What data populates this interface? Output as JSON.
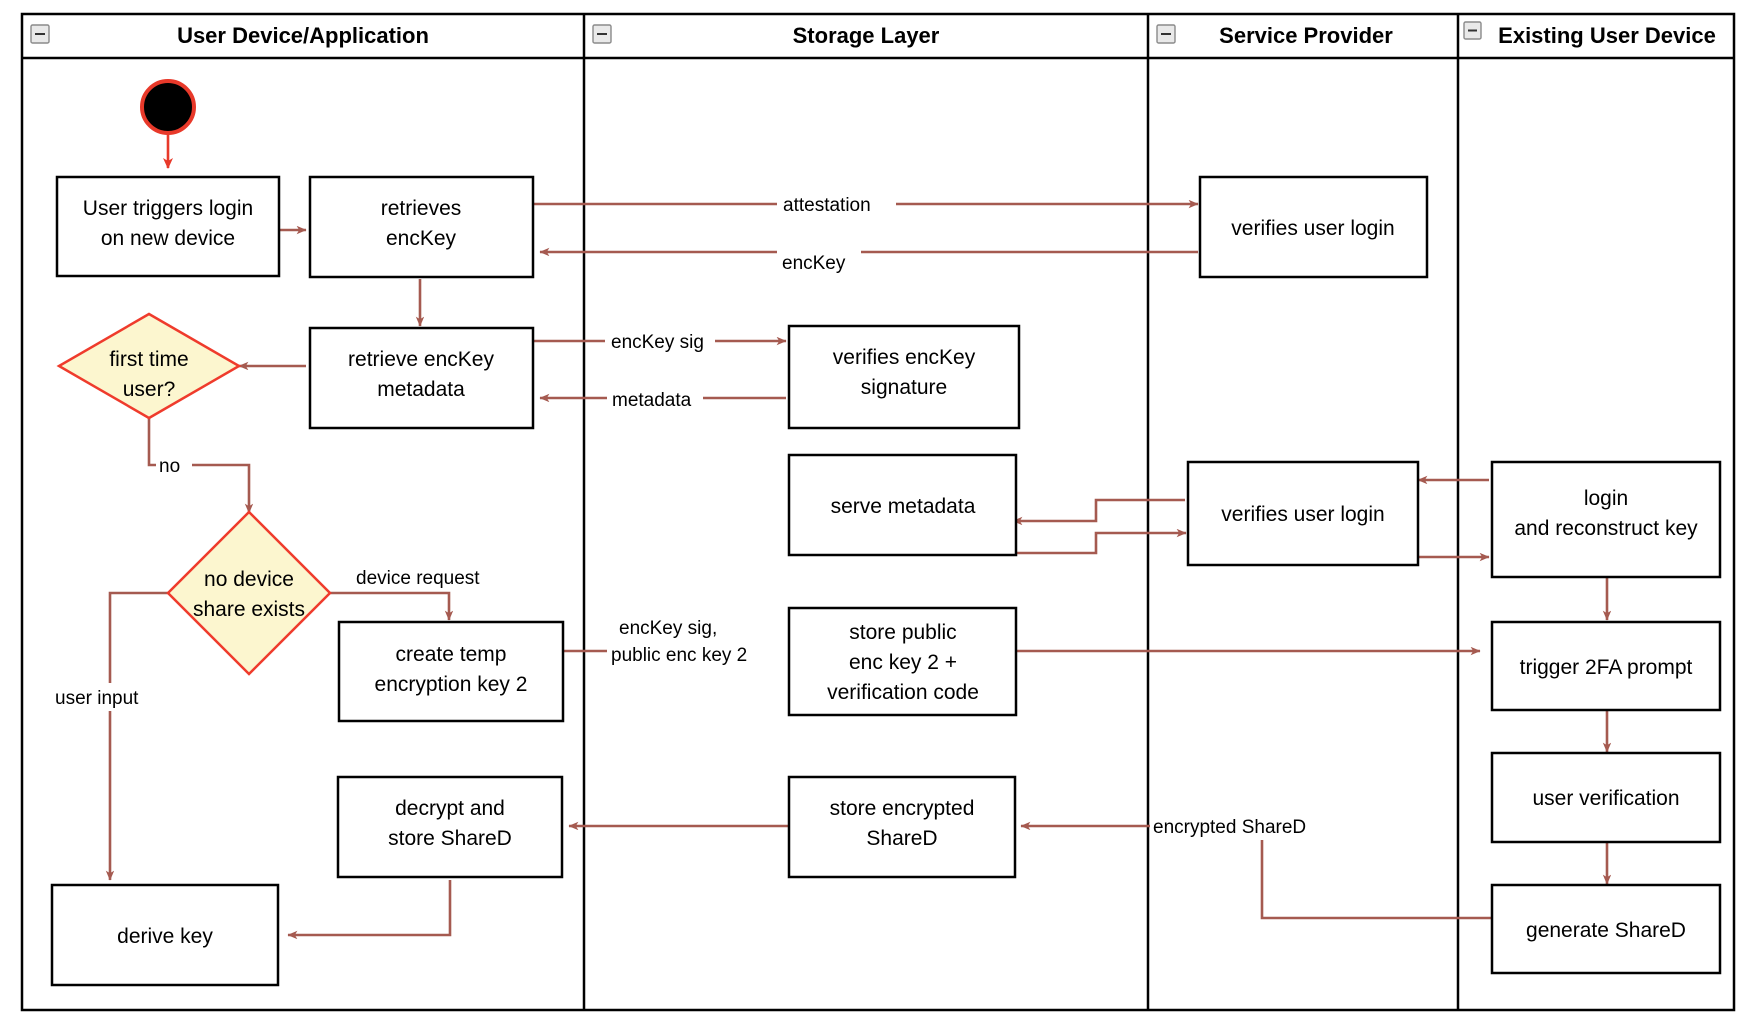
{
  "diagram": {
    "type": "uml-activity-swimlane",
    "title": "",
    "colors": {
      "arrow": "#a55a50",
      "start_node_ring": "#e8392a",
      "start_node_fill": "#000000",
      "decision_fill": "#fcf6cf",
      "decision_stroke": "#ef3b2c",
      "node_fill": "#ffffff",
      "node_stroke": "#000000",
      "lane_stroke": "#000000",
      "text": "#000000"
    },
    "lanes": [
      {
        "id": "lane-user-device",
        "label": "User Device/Application",
        "collapse_icon": "minus-square-icon"
      },
      {
        "id": "lane-storage",
        "label": "Storage Layer",
        "collapse_icon": "minus-square-icon"
      },
      {
        "id": "lane-service-provider",
        "label": "Service Provider",
        "collapse_icon": "minus-square-icon"
      },
      {
        "id": "lane-existing-device",
        "label": "Existing User Device",
        "collapse_icon": "minus-square-icon"
      }
    ],
    "nodes": [
      {
        "id": "start",
        "lane": "lane-user-device",
        "shape": "initial-node",
        "label": ""
      },
      {
        "id": "n-user-triggers-login",
        "lane": "lane-user-device",
        "shape": "action",
        "lines": [
          "User triggers login",
          "on new device"
        ]
      },
      {
        "id": "n-retrieves-enckey",
        "lane": "lane-user-device",
        "shape": "action",
        "lines": [
          "retrieves",
          "encKey"
        ]
      },
      {
        "id": "n-retrieve-enckey-metadata",
        "lane": "lane-user-device",
        "shape": "action",
        "lines": [
          "retrieve encKey",
          "metadata"
        ]
      },
      {
        "id": "d-first-time-user",
        "lane": "lane-user-device",
        "shape": "decision",
        "lines": [
          "first time",
          "user?"
        ]
      },
      {
        "id": "d-no-device-share",
        "lane": "lane-user-device",
        "shape": "decision",
        "lines": [
          "no device",
          "share exists"
        ]
      },
      {
        "id": "n-create-temp-key",
        "lane": "lane-user-device",
        "shape": "action",
        "lines": [
          "create temp",
          "encryption key 2"
        ]
      },
      {
        "id": "n-decrypt-store-shared",
        "lane": "lane-user-device",
        "shape": "action",
        "lines": [
          "decrypt and",
          "store ShareD"
        ]
      },
      {
        "id": "n-derive-key",
        "lane": "lane-user-device",
        "shape": "action",
        "lines": [
          "derive key"
        ]
      },
      {
        "id": "n-verifies-enckey-signature",
        "lane": "lane-storage",
        "shape": "action",
        "lines": [
          "verifies encKey",
          "signature"
        ]
      },
      {
        "id": "n-serve-metadata",
        "lane": "lane-storage",
        "shape": "action",
        "lines": [
          "serve metadata"
        ]
      },
      {
        "id": "n-store-public-key",
        "lane": "lane-storage",
        "shape": "action",
        "lines": [
          "store public",
          "enc key 2 +",
          "verification code"
        ]
      },
      {
        "id": "n-store-encrypted-shared",
        "lane": "lane-storage",
        "shape": "action",
        "lines": [
          "store encrypted",
          "ShareD"
        ]
      },
      {
        "id": "n-verifies-user-login-1",
        "lane": "lane-service-provider",
        "shape": "action",
        "lines": [
          "verifies user login"
        ]
      },
      {
        "id": "n-verifies-user-login-2",
        "lane": "lane-service-provider",
        "shape": "action",
        "lines": [
          "verifies user login"
        ]
      },
      {
        "id": "n-login-reconstruct",
        "lane": "lane-existing-device",
        "shape": "action",
        "lines": [
          "login",
          "and reconstruct key"
        ]
      },
      {
        "id": "n-trigger-2fa",
        "lane": "lane-existing-device",
        "shape": "action",
        "lines": [
          "trigger 2FA prompt"
        ]
      },
      {
        "id": "n-user-verification",
        "lane": "lane-existing-device",
        "shape": "action",
        "lines": [
          "user verification"
        ]
      },
      {
        "id": "n-generate-shared",
        "lane": "lane-existing-device",
        "shape": "action",
        "lines": [
          "generate ShareD"
        ]
      }
    ],
    "edges": [
      {
        "id": "e-start-login",
        "from": "start",
        "to": "n-user-triggers-login",
        "label": ""
      },
      {
        "id": "e-login-retrieves",
        "from": "n-user-triggers-login",
        "to": "n-retrieves-enckey",
        "label": ""
      },
      {
        "id": "e-attestation",
        "from": "n-retrieves-enckey",
        "to": "n-verifies-user-login-1",
        "label": "attestation"
      },
      {
        "id": "e-enckey-back",
        "from": "n-verifies-user-login-1",
        "to": "n-retrieves-enckey",
        "label": "encKey"
      },
      {
        "id": "e-retrieves-metadata",
        "from": "n-retrieves-enckey",
        "to": "n-retrieve-enckey-metadata",
        "label": ""
      },
      {
        "id": "e-enckey-sig",
        "from": "n-retrieve-enckey-metadata",
        "to": "n-verifies-enckey-signature",
        "label": "encKey sig"
      },
      {
        "id": "e-metadata",
        "from": "n-verifies-enckey-signature",
        "to": "n-retrieve-enckey-metadata",
        "label": "metadata"
      },
      {
        "id": "e-metadata-decision",
        "from": "n-retrieve-enckey-metadata",
        "to": "d-first-time-user",
        "label": ""
      },
      {
        "id": "e-no",
        "from": "d-first-time-user",
        "to": "d-no-device-share",
        "label": "no"
      },
      {
        "id": "e-device-request",
        "from": "d-no-device-share",
        "to": "n-create-temp-key",
        "label": "device request"
      },
      {
        "id": "e-user-input",
        "from": "d-no-device-share",
        "to": "n-derive-key",
        "label": "user input"
      },
      {
        "id": "e-enckey-sig-pubkey",
        "from": "n-create-temp-key",
        "to": "n-store-public-key",
        "label": "encKey sig,\npublic enc key 2"
      },
      {
        "id": "e-store-to-2fa",
        "from": "n-store-public-key",
        "to": "n-trigger-2fa",
        "label": ""
      },
      {
        "id": "e-existing-to-sp",
        "from": "n-login-reconstruct",
        "to": "n-verifies-user-login-2",
        "label": ""
      },
      {
        "id": "e-sp-to-existing",
        "from": "n-verifies-user-login-2",
        "to": "n-login-reconstruct",
        "label": ""
      },
      {
        "id": "e-sp-to-serve",
        "from": "n-verifies-user-login-2",
        "to": "n-serve-metadata",
        "label": ""
      },
      {
        "id": "e-serve-to-sp",
        "from": "n-serve-metadata",
        "to": "n-verifies-user-login-2",
        "label": ""
      },
      {
        "id": "e-login-to-2fa",
        "from": "n-login-reconstruct",
        "to": "n-trigger-2fa",
        "label": ""
      },
      {
        "id": "e-2fa-to-verification",
        "from": "n-trigger-2fa",
        "to": "n-user-verification",
        "label": ""
      },
      {
        "id": "e-verification-to-generate",
        "from": "n-user-verification",
        "to": "n-generate-shared",
        "label": ""
      },
      {
        "id": "e-encrypted-shared",
        "from": "n-generate-shared",
        "to": "n-store-encrypted-shared",
        "label": "encrypted ShareD"
      },
      {
        "id": "e-store-to-decrypt",
        "from": "n-store-encrypted-shared",
        "to": "n-decrypt-store-shared",
        "label": ""
      },
      {
        "id": "e-decrypt-to-derive",
        "from": "n-decrypt-store-shared",
        "to": "n-derive-key",
        "label": ""
      }
    ],
    "edge_labels": {
      "attestation": "attestation",
      "enckey": "encKey",
      "enckey_sig": "encKey sig",
      "metadata": "metadata",
      "no": "no",
      "device_request": "device request",
      "user_input": "user input",
      "enckey_sig_pubkey_line1": "encKey sig,",
      "enckey_sig_pubkey_line2": "public enc key 2",
      "encrypted_shared": "encrypted ShareD"
    },
    "node_text": {
      "user_triggers_login_1": "User triggers login",
      "user_triggers_login_2": "on new device",
      "retrieves_1": "retrieves",
      "retrieves_2": "encKey",
      "retrieve_meta_1": "retrieve encKey",
      "retrieve_meta_2": "metadata",
      "first_time_1": "first time",
      "first_time_2": "user?",
      "no_device_1": "no device",
      "no_device_2": "share exists",
      "create_temp_1": "create temp",
      "create_temp_2": "encryption key 2",
      "decrypt_1": "decrypt and",
      "decrypt_2": "store ShareD",
      "derive_key": "derive key",
      "verifies_sig_1": "verifies encKey",
      "verifies_sig_2": "signature",
      "serve_metadata": "serve metadata",
      "store_public_1": "store public",
      "store_public_2": "enc key 2 +",
      "store_public_3": "verification code",
      "store_enc_1": "store encrypted",
      "store_enc_2": "ShareD",
      "verifies_login_1": "verifies user login",
      "verifies_login_2": "verifies user login",
      "login_reconstruct_1": "login",
      "login_reconstruct_2": "and reconstruct key",
      "trigger_2fa": "trigger 2FA prompt",
      "user_verification": "user verification",
      "generate_shared": "generate ShareD"
    }
  }
}
